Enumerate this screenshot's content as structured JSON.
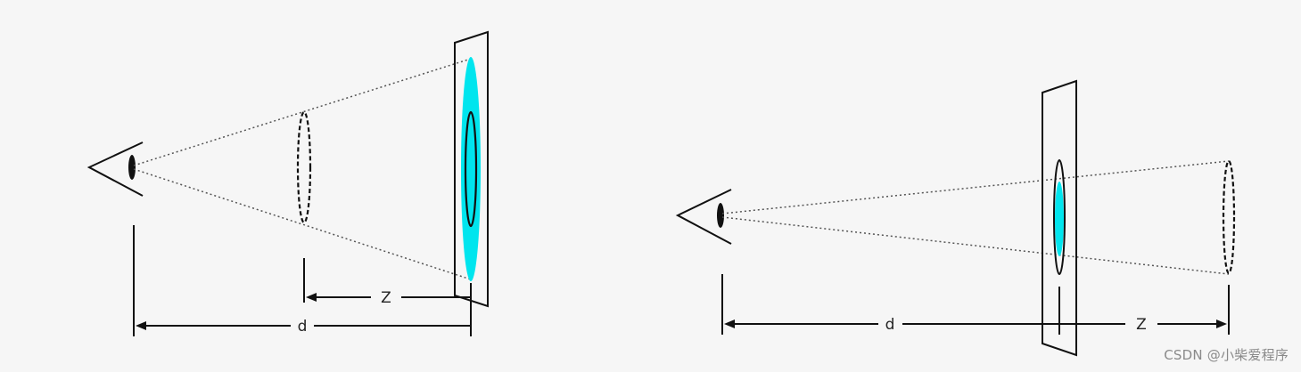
{
  "diagrams": [
    {
      "labels": {
        "z": "Z",
        "d": "d"
      }
    },
    {
      "labels": {
        "z": "Z",
        "d": "d"
      }
    }
  ],
  "colors": {
    "highlight": "#00e5ee",
    "stroke": "#111111",
    "background": "#f6f6f6"
  },
  "watermark": "CSDN @小柴爱程序"
}
